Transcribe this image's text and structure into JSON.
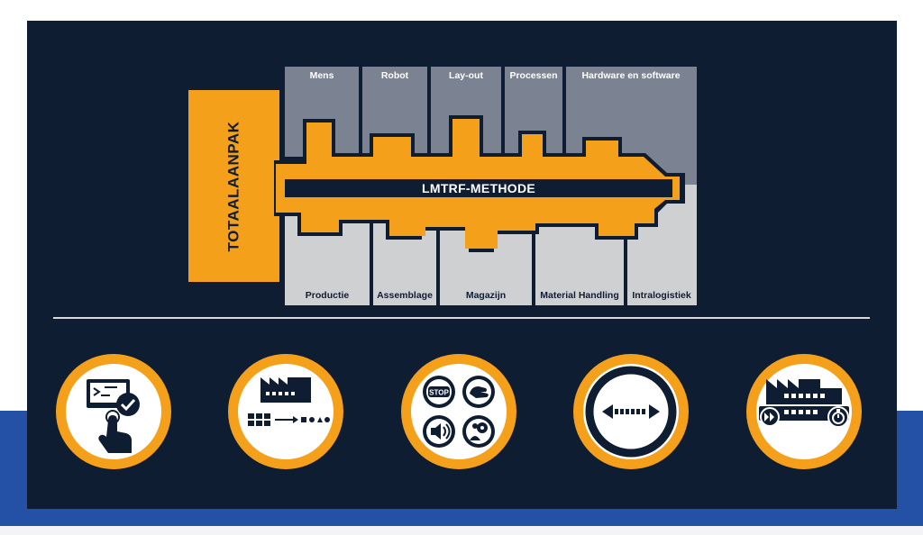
{
  "diagram": {
    "key_label": "TOTAALAANPAK",
    "method_label": "LMTRF-METHODE",
    "top_sections": [
      "Mens",
      "Robot",
      "Lay-out",
      "Processen",
      "Hardware en software"
    ],
    "bottom_sections": [
      "Productie",
      "Assemblage",
      "Magazijn",
      "Material Handling",
      "Intralogistiek"
    ]
  },
  "icons": [
    {
      "name": "touch-check-icon"
    },
    {
      "name": "factory-process-icon"
    },
    {
      "name": "stop-hand-sound-gear-icon"
    },
    {
      "name": "arrow-bidirectional-icon"
    },
    {
      "name": "factory-fast-timer-icon"
    }
  ],
  "colors": {
    "panel": "#0f1d33",
    "orange": "#f5a01a",
    "gray_top": "#7b8291",
    "gray_bottom": "#cfd0d2",
    "blue_band": "#2451a6"
  }
}
